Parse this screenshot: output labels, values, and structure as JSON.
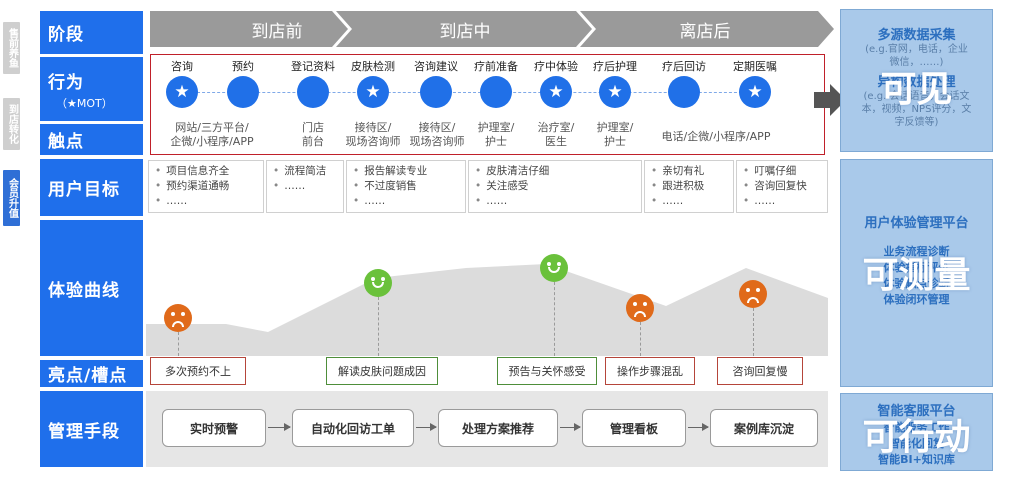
{
  "side_tabs": [
    {
      "label": "售前养鱼",
      "color": "#cfcfcf"
    },
    {
      "label": "到店转化",
      "color": "#cfcfcf"
    },
    {
      "label": "会员升值",
      "color": "#2f6fd6"
    }
  ],
  "rows": {
    "stage": "阶段",
    "action": "行为",
    "action_sub": "（★MOT）",
    "touchpoint": "触点",
    "user_goal": "用户目标",
    "curve": "体验曲线",
    "highlights": "亮点/槽点",
    "management": "管理手段"
  },
  "phases": [
    "到店前",
    "到店中",
    "离店后"
  ],
  "actions": [
    {
      "label": "咨询",
      "mot": true
    },
    {
      "label": "预约",
      "mot": false
    },
    {
      "label": "登记资料",
      "mot": false
    },
    {
      "label": "皮肤检测",
      "mot": true
    },
    {
      "label": "咨询建议",
      "mot": false
    },
    {
      "label": "疗前准备",
      "mot": false
    },
    {
      "label": "疗中体验",
      "mot": true
    },
    {
      "label": "疗后护理",
      "mot": true
    },
    {
      "label": "疗后回访",
      "mot": false
    },
    {
      "label": "定期医嘱",
      "mot": true
    }
  ],
  "touchpoints": [
    {
      "lines": [
        "网站/三方平台/",
        "企微/小程序/APP"
      ]
    },
    {
      "lines": [
        "门店",
        "前台"
      ]
    },
    {
      "lines": [
        "接待区/",
        "现场咨询师"
      ]
    },
    {
      "lines": [
        "接待区/",
        "现场咨询师"
      ]
    },
    {
      "lines": [
        "护理室/",
        "护士"
      ]
    },
    {
      "lines": [
        "治疗室/",
        "医生"
      ]
    },
    {
      "lines": [
        "护理室/",
        "护士"
      ]
    },
    {
      "lines": [
        "电话/企微/小程序/APP"
      ]
    }
  ],
  "goals": [
    [
      "项目信息齐全",
      "预约渠道通畅",
      "……"
    ],
    [
      "流程简洁",
      "……"
    ],
    [
      "报告解读专业",
      "不过度销售",
      "……"
    ],
    [
      "皮肤清洁仔细",
      "关注感受",
      "……"
    ],
    [
      "亲切有礼",
      "跟进积极",
      "……"
    ],
    [
      "叮嘱仔细",
      "咨询回复快",
      "……"
    ]
  ],
  "highlights": [
    {
      "label": "多次预约不上",
      "type": "pain"
    },
    {
      "label": "解读皮肤问题成因",
      "type": "bright"
    },
    {
      "label": "预告与关怀感受",
      "type": "bright"
    },
    {
      "label": "操作步骤混乱",
      "type": "pain"
    },
    {
      "label": "咨询回复慢",
      "type": "pain"
    }
  ],
  "management": [
    "实时预警",
    "自动化回访工单",
    "处理方案推荐",
    "管理看板",
    "案例库沉淀"
  ],
  "right_panel": {
    "top": {
      "title1": "多源数据采集",
      "sub1": [
        "(e.g.官网，电话，企业",
        "微信，……)"
      ],
      "title2": "异构数据处理",
      "sub2": [
        "(e.g. 会话语音，会话文",
        "本，视频，NPS评分，文",
        "字反馈等)"
      ],
      "big": "可见"
    },
    "middle": {
      "title": "用户体验管理平台",
      "items": [
        "业务流程诊断",
        "体验指标评价",
        "体验触点诊断",
        "体验闭环管理"
      ],
      "big": "可测量"
    },
    "bottom": {
      "title": "智能客服平台",
      "items": [
        "智能服务工作",
        "智能化回复",
        "智能BI+知识库"
      ],
      "big": "可行动"
    }
  }
}
